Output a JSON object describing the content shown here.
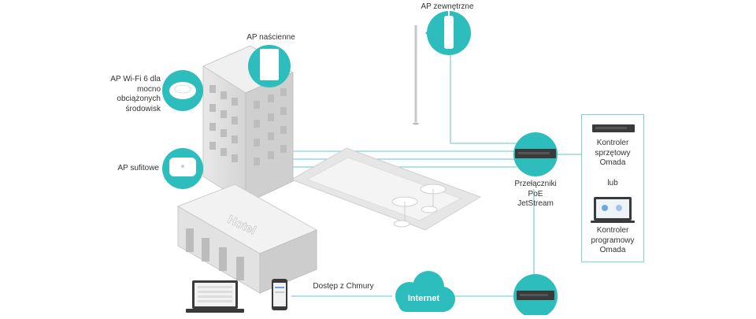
{
  "labels": {
    "outdoor_ap": "AP zewnętrzne",
    "wall_ap": "AP naścienne",
    "wifi6_ap": "AP Wi-Fi 6 dla\nmocno\nobciążonych\nśrodowisk",
    "ceiling_ap": "AP sufitowe",
    "hardware_controller": "Kontroler\nsprzętowy\nOmada",
    "or": "lub",
    "software_controller": "Kontroler\nprogramowy\nOmada",
    "switches": "Przełączniki\nPoE\nJetStream",
    "cloud_access": "Dostęp z Chmury",
    "internet": "Internet",
    "hotel_sign": "Hotel"
  },
  "colors": {
    "accent": "#2dbdbd",
    "line": "#7fd3d3",
    "building": "#dcdcdc",
    "building_dark": "#bdbdbd",
    "device": "#3a3a3a"
  },
  "icons": [
    "outdoor-ap-icon",
    "wall-ap-icon",
    "wifi6-ap-icon",
    "ceiling-ap-icon",
    "hardware-controller-icon",
    "software-controller-icon",
    "switch-icon",
    "gateway-icon",
    "cloud-icon",
    "laptop-icon",
    "phone-icon",
    "hotel-building-icon",
    "pool-icon",
    "umbrella-icon"
  ]
}
